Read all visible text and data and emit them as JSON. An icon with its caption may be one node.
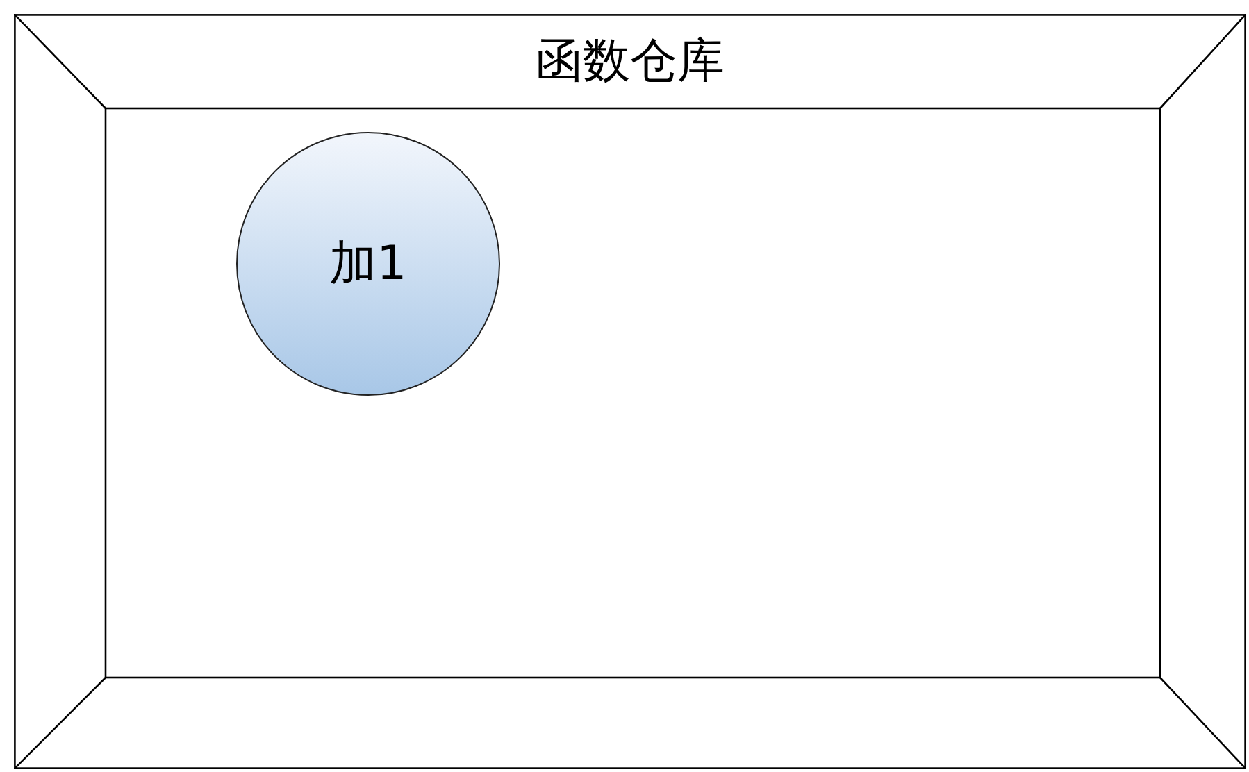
{
  "diagram": {
    "nodes": [
      {
        "text": [
          "函数仓库"
        ]
      },
      {
        "text": [
          "加1"
        ],
        "in": 0
      }
    ]
  }
}
